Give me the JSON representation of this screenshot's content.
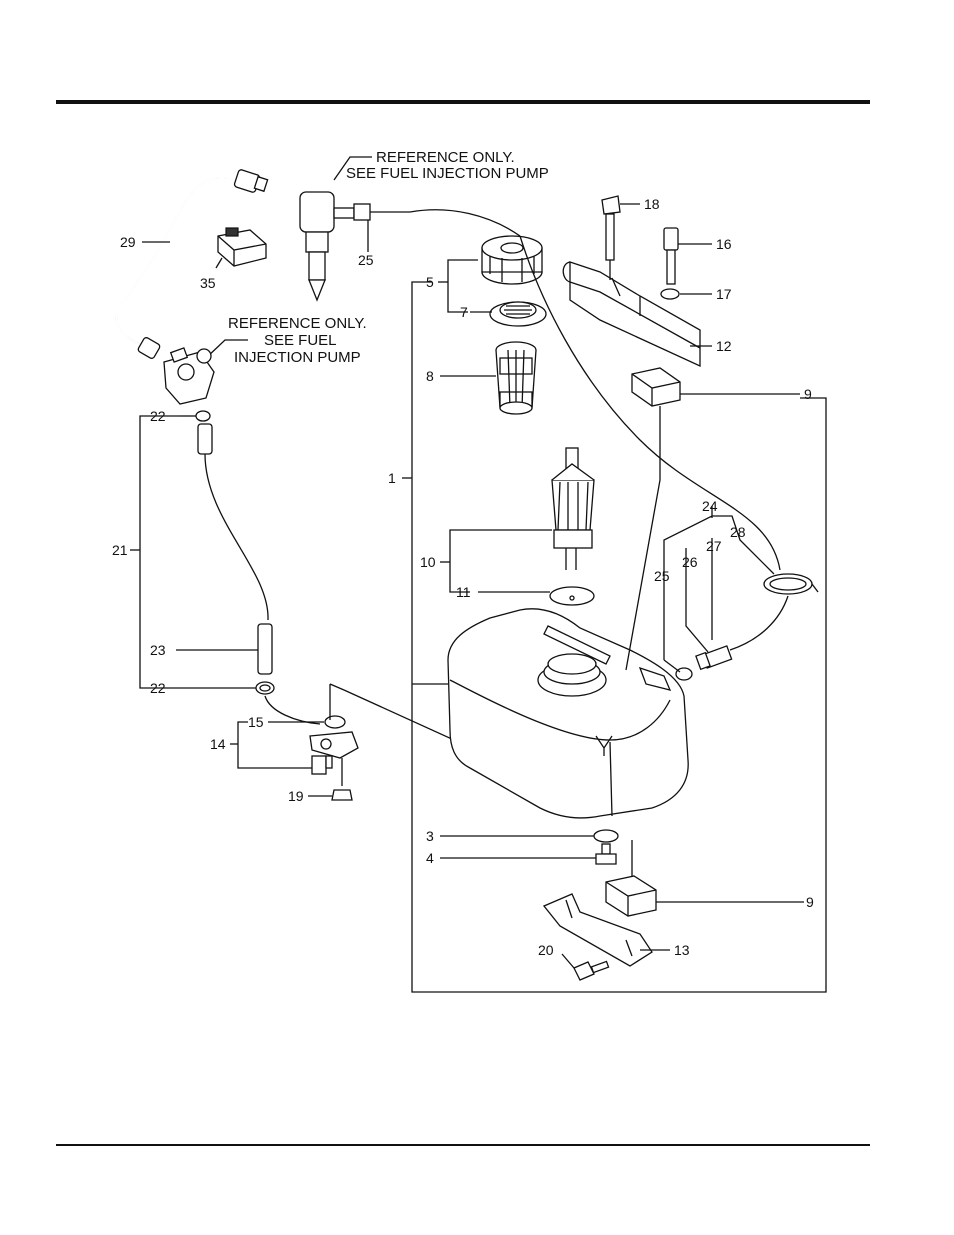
{
  "notes": {
    "top_line1": "REFERENCE ONLY.",
    "top_line2": "SEE FUEL INJECTION PUMP",
    "left_line1": "REFERENCE ONLY.",
    "left_line2": "SEE FUEL",
    "left_line3": "INJECTION PUMP"
  },
  "callouts": {
    "p1": "1",
    "p3": "3",
    "p4": "4",
    "p5": "5",
    "p7": "7",
    "p8": "8",
    "p9a": "9",
    "p9b": "9",
    "p10": "10",
    "p11": "11",
    "p12": "12",
    "p13": "13",
    "p14": "14",
    "p15": "15",
    "p16": "16",
    "p17": "17",
    "p18": "18",
    "p19": "19",
    "p20": "20",
    "p21": "21",
    "p22a": "22",
    "p22b": "22",
    "p23": "23",
    "p24": "24",
    "p25a": "25",
    "p25b": "25",
    "p26": "26",
    "p27": "27",
    "p28": "28",
    "p29": "29",
    "p35": "35"
  }
}
